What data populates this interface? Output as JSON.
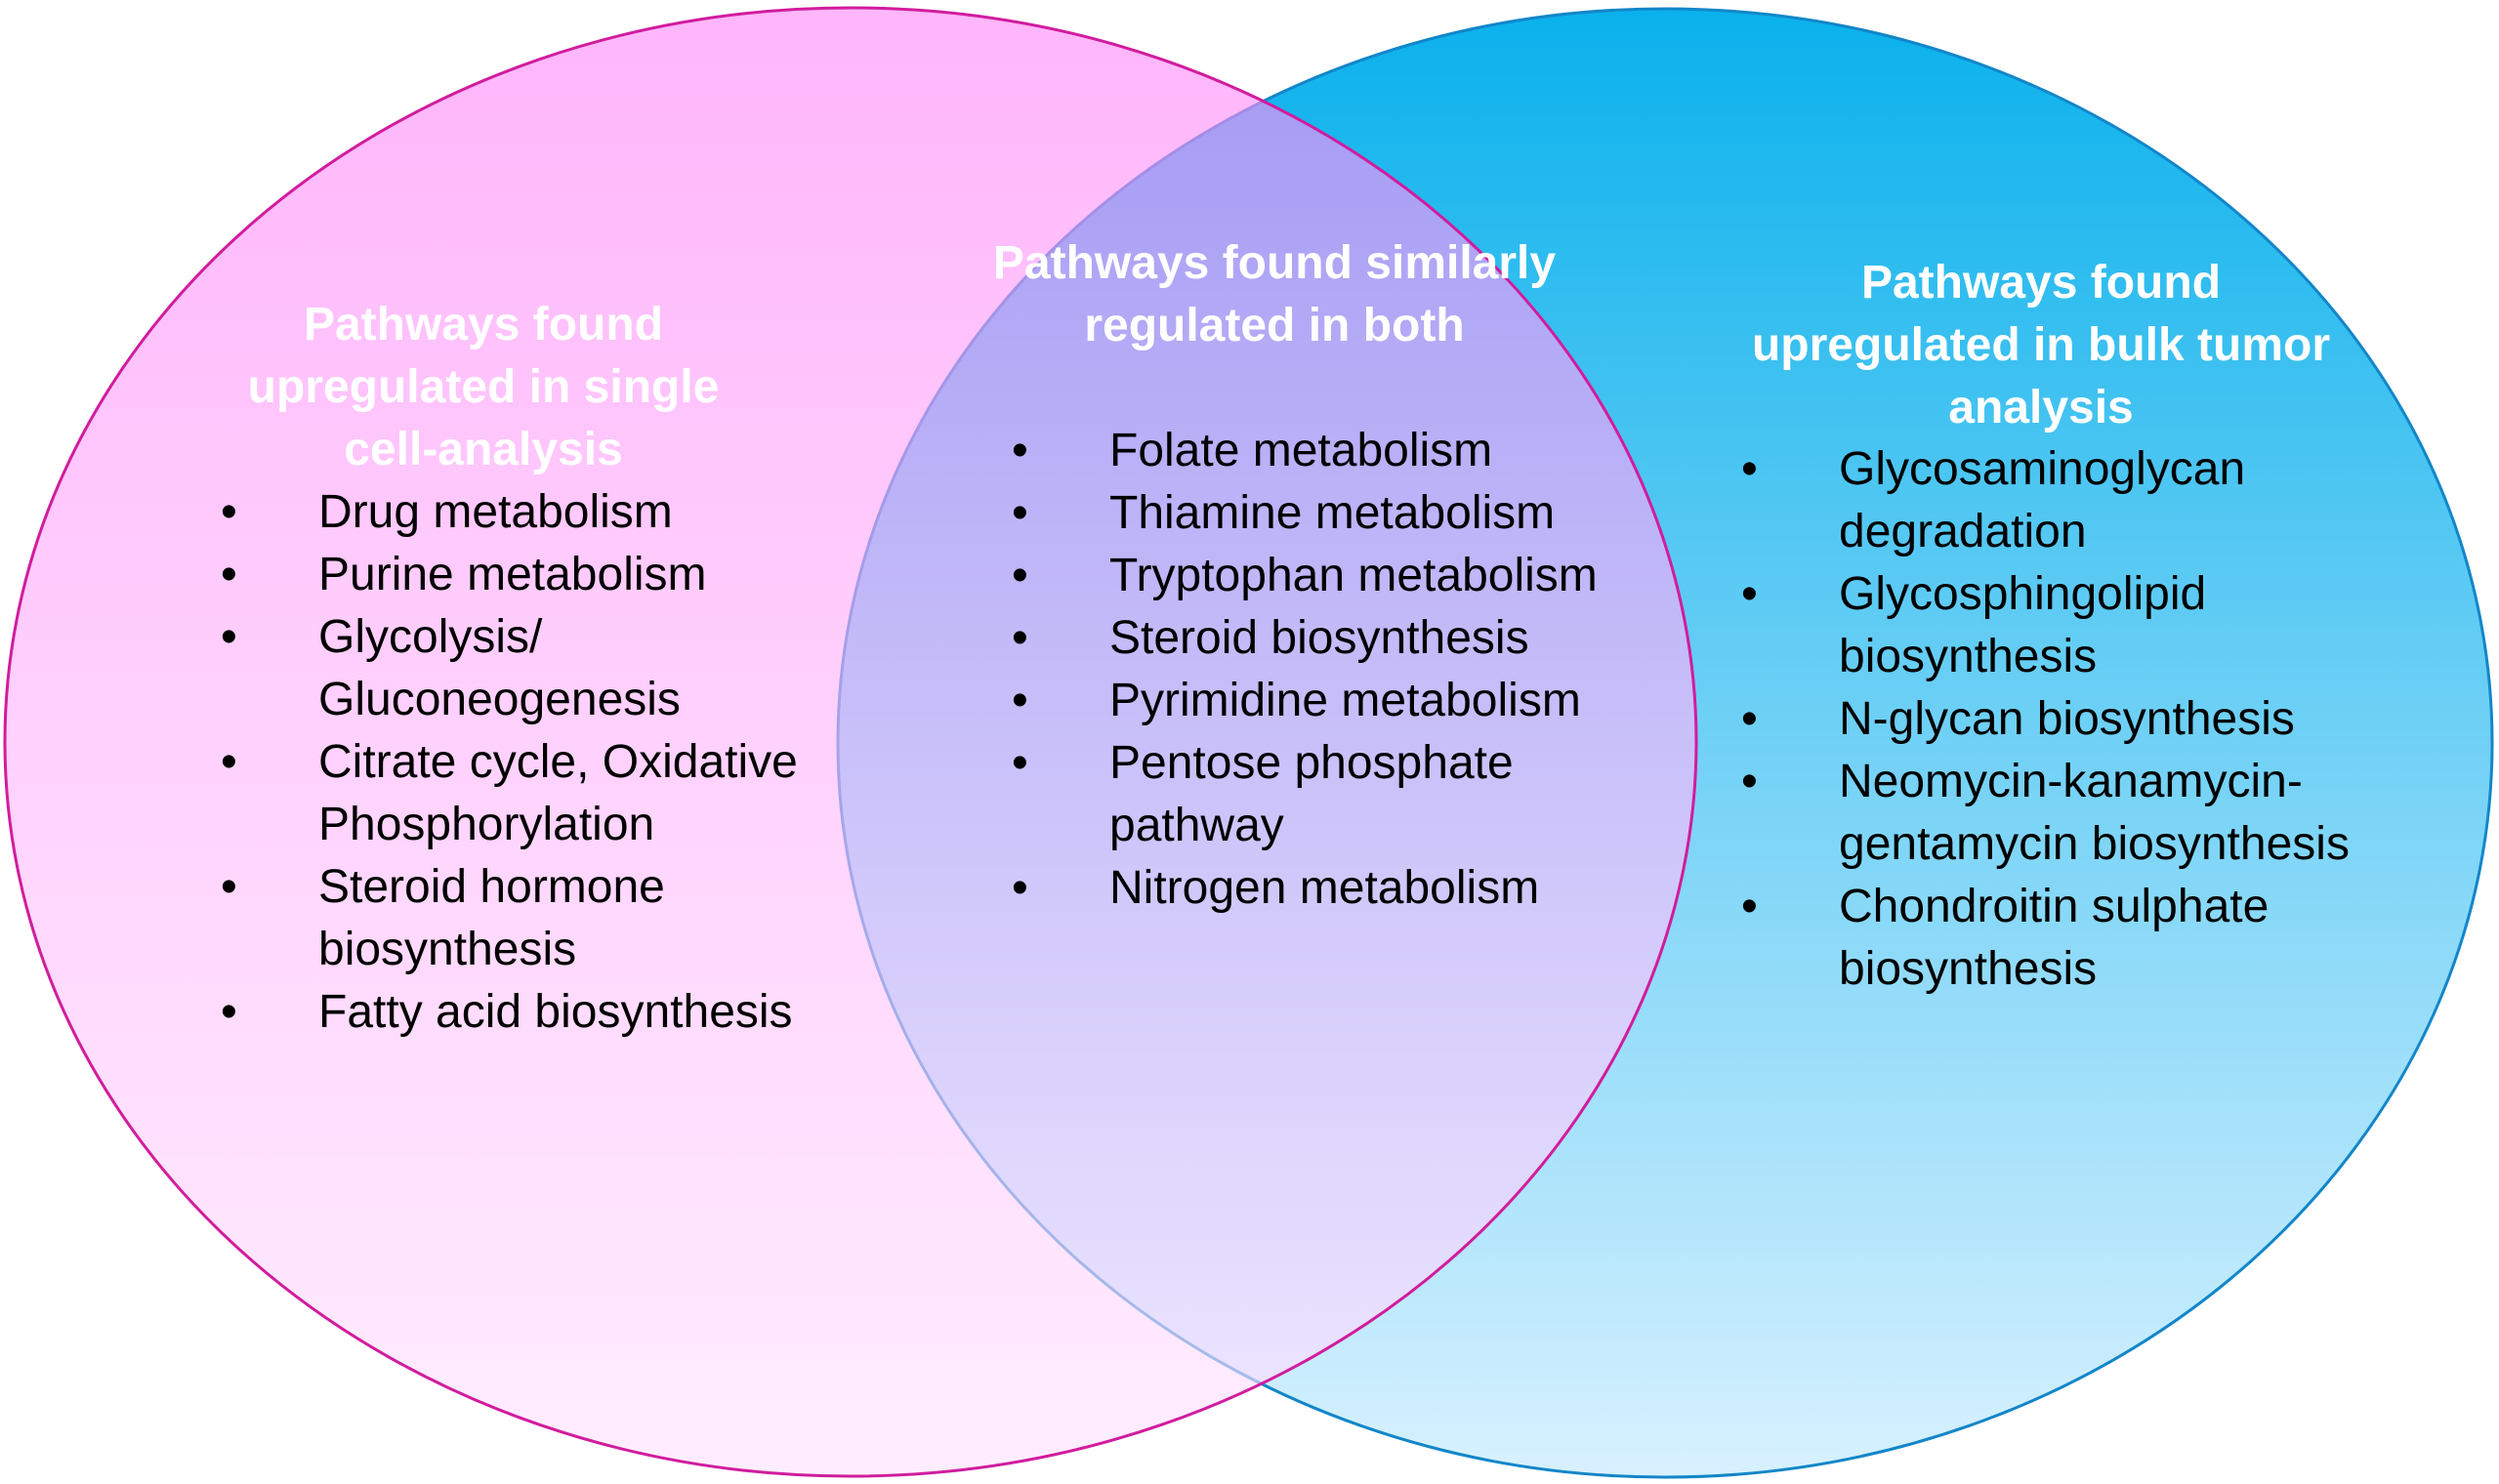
{
  "colors": {
    "left_circle_top": "#ff88f8",
    "left_circle_bottom": "#ffe3ff",
    "left_circle_stroke": "#d11c9e",
    "right_circle_top": "#0ab1ec",
    "right_circle_bottom": "#d8f1ff",
    "right_circle_stroke": "#1286c9",
    "title_text": "#ffffff",
    "item_text": "#000000"
  },
  "venn": {
    "left": {
      "title": "Pathways found upregulated in single cell-analysis",
      "items": [
        "Drug metabolism",
        "Purine metabolism",
        "Glycolysis/ Gluconeogenesis",
        "Citrate cycle, Oxidative Phosphorylation",
        "Steroid hormone biosynthesis",
        "Fatty acid biosynthesis"
      ]
    },
    "center": {
      "title": "Pathways found similarly regulated in both",
      "items": [
        "Folate metabolism",
        "Thiamine metabolism",
        "Tryptophan metabolism",
        "Steroid biosynthesis",
        "Pyrimidine metabolism",
        "Pentose phosphate pathway",
        "Nitrogen metabolism"
      ]
    },
    "right": {
      "title": "Pathways found upregulated in bulk tumor analysis",
      "items": [
        "Glycosaminoglycan degradation",
        "Glycosphingolipid biosynthesis",
        "N-glycan biosynthesis",
        "Neomycin-kanamycin-gentamycin biosynthesis",
        "Chondroitin sulphate biosynthesis"
      ]
    }
  }
}
